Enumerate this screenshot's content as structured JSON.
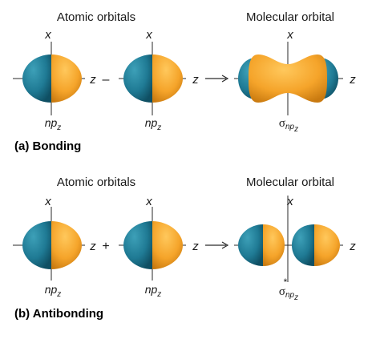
{
  "colors": {
    "teal": "#1f7a94",
    "orange": "#f5a42a"
  },
  "axis_labels": {
    "x": "x",
    "z": "z"
  },
  "bonding": {
    "header_atomic": "Atomic orbitals",
    "header_molecular": "Molecular orbital",
    "operator": "–",
    "orbital_label_main": "np",
    "orbital_label_sub": "z",
    "mo_symbol": "σ",
    "mo_sub": "np",
    "mo_subsub": "z",
    "caption": "(a) Bonding"
  },
  "antibonding": {
    "header_atomic": "Atomic orbitals",
    "header_molecular": "Molecular orbital",
    "operator": "+",
    "orbital_label_main": "np",
    "orbital_label_sub": "z",
    "mo_symbol": "σ",
    "mo_star": "*",
    "mo_sub": "np",
    "mo_subsub": "z",
    "caption": "(b) Antibonding"
  }
}
